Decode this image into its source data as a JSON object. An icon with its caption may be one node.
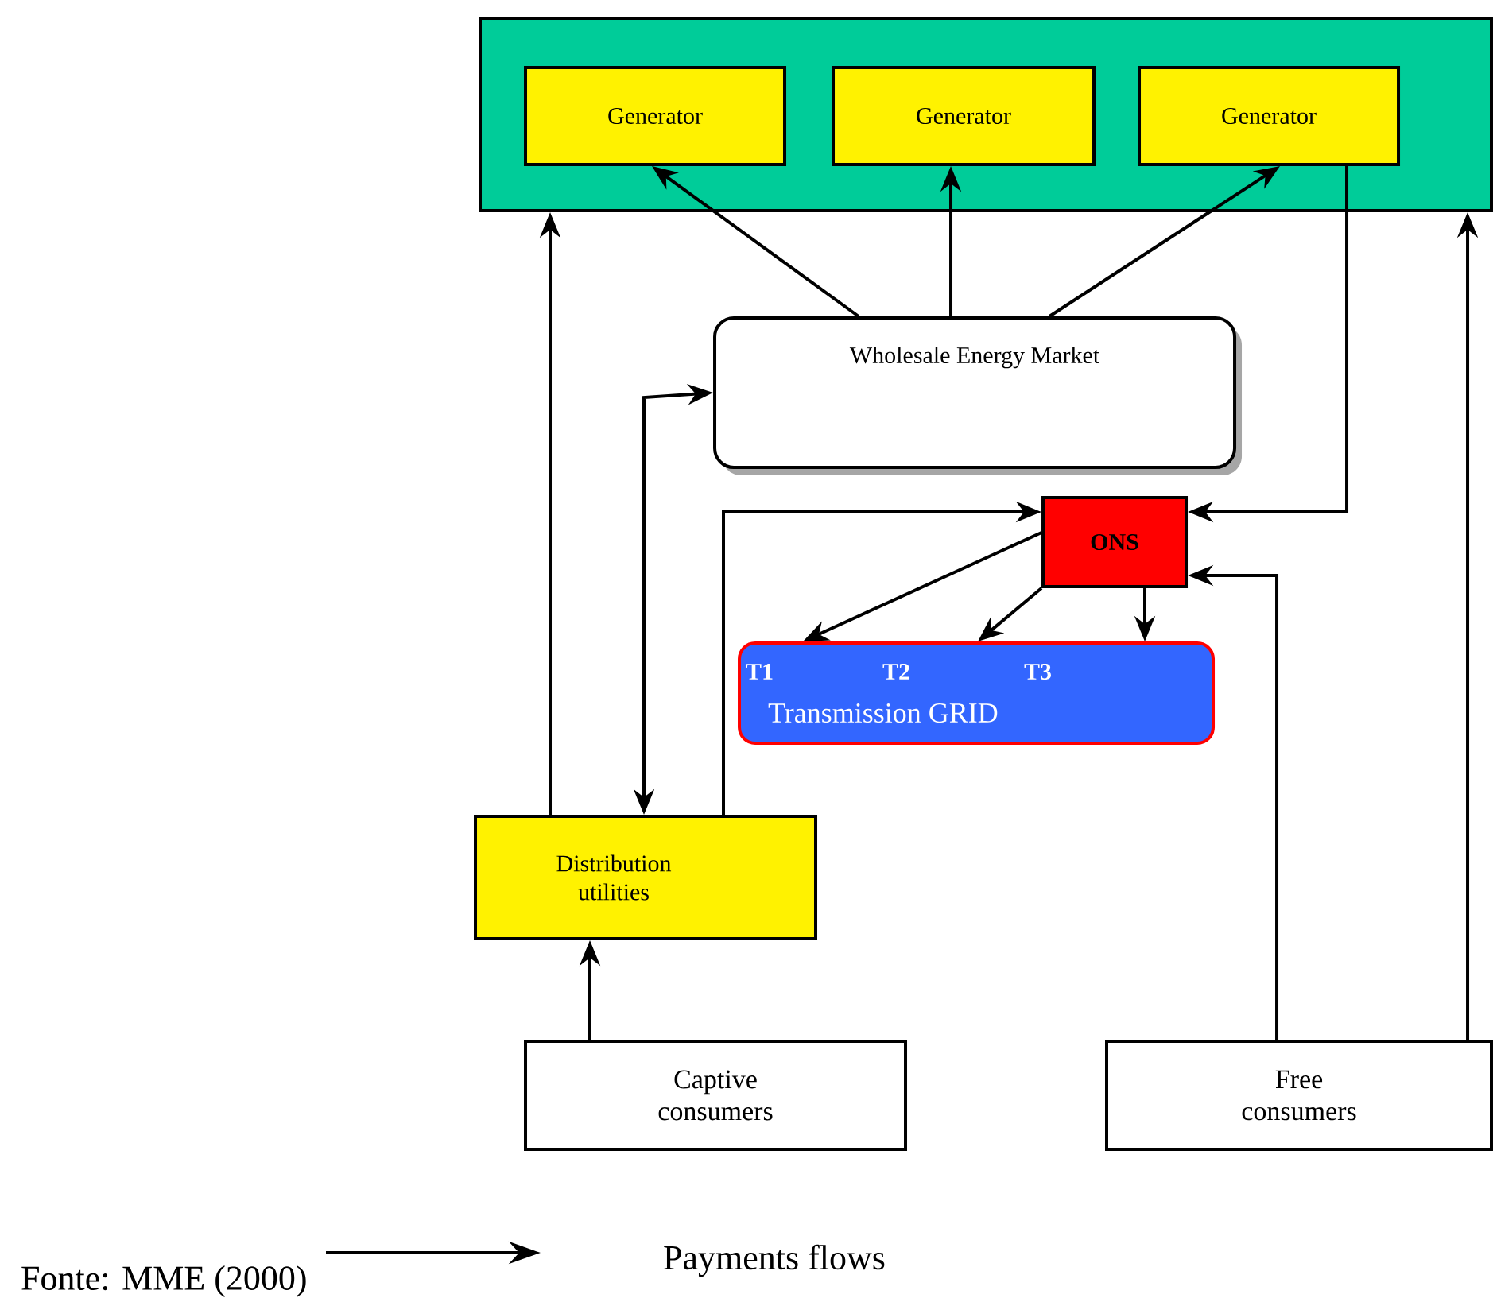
{
  "diagram": {
    "caption": "Fonte: MME (2000)",
    "nodes": [
      {
        "text": [],
        "shape": "box"
      },
      {
        "text": [
          "Generator"
        ],
        "in": 0
      },
      {
        "text": [
          "Generator"
        ],
        "in": 0
      },
      {
        "text": [
          "Generator"
        ],
        "in": 0
      },
      {
        "text": [
          "Wholesale Energy Market"
        ]
      },
      {
        "text": [
          "ONS"
        ]
      },
      {
        "text": [
          "T1",
          "T2",
          "T3",
          "Transmission GRID"
        ]
      },
      {
        "text": [
          "Distribution utilities"
        ]
      },
      {
        "text": [
          "Captive consumers"
        ]
      },
      {
        "text": [
          "Free consumers"
        ]
      }
    ],
    "edges": [
      {
        "from": 4,
        "to": 1,
        "arrow": "to"
      },
      {
        "from": 4,
        "to": 2,
        "arrow": "to"
      },
      {
        "from": 4,
        "to": 3,
        "arrow": "to"
      },
      {
        "from": 3,
        "to": 5,
        "arrow": "to"
      },
      {
        "from": 7,
        "to": 0,
        "arrow": "to"
      },
      {
        "from": 7,
        "to": 4,
        "arrow": "both"
      },
      {
        "from": 7,
        "to": 5,
        "arrow": "to"
      },
      {
        "from": 5,
        "to": 6,
        "arrow": "to"
      },
      {
        "from": 5,
        "to": 6,
        "arrow": "to"
      },
      {
        "from": 5,
        "to": 6,
        "arrow": "to"
      },
      {
        "from": 9,
        "to": 5,
        "arrow": "to"
      },
      {
        "from": 9,
        "to": 0,
        "arrow": "to"
      },
      {
        "from": 8,
        "to": 7,
        "arrow": "to"
      }
    ],
    "legend": [
      {
        "text": "Payments flows"
      }
    ]
  }
}
